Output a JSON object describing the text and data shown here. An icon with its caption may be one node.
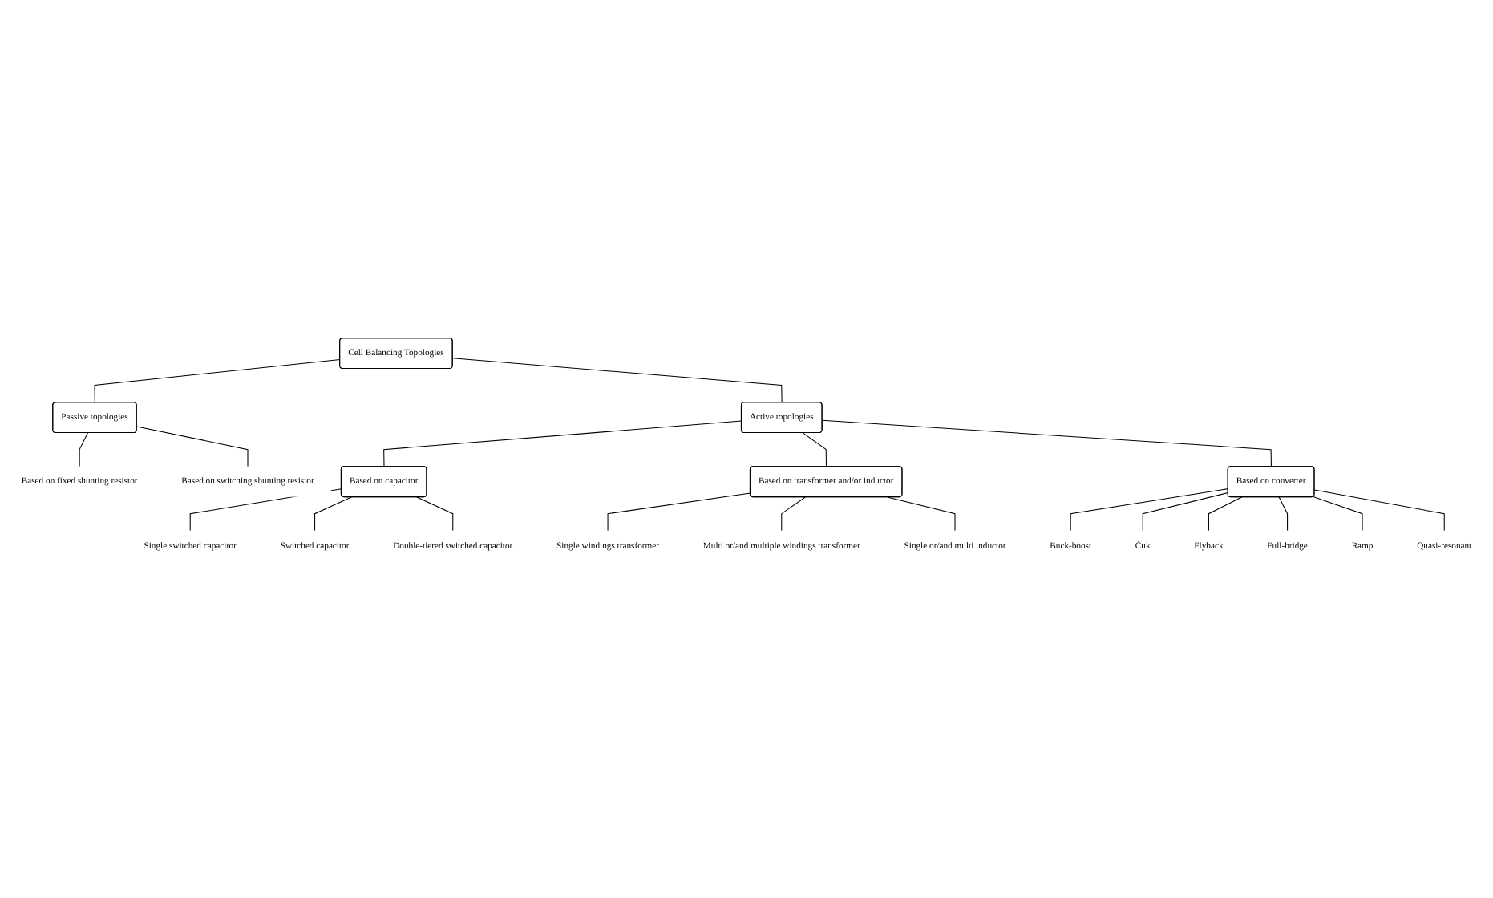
{
  "diagram": {
    "nodes": [
      {
        "text": [
          "Cell Balancing Topologies"
        ]
      },
      {
        "text": [
          "Passive topologies"
        ]
      },
      {
        "text": [
          "Active topologies"
        ]
      },
      {
        "text": [
          "Based on fixed shunting resistor"
        ]
      },
      {
        "text": [
          "Based on switching shunting resistor"
        ]
      },
      {
        "text": [
          "Based on capacitor"
        ]
      },
      {
        "text": [
          "Based on transformer and/or inductor"
        ]
      },
      {
        "text": [
          "Based on converter"
        ]
      },
      {
        "text": [
          "Single switched capacitor"
        ]
      },
      {
        "text": [
          "Switched capacitor"
        ]
      },
      {
        "text": [
          "Double-tiered switched capacitor"
        ]
      },
      {
        "text": [
          "Single windings transformer"
        ]
      },
      {
        "text": [
          "Multi or/and multiple windings transformer"
        ]
      },
      {
        "text": [
          "Single or/and multi inductor"
        ]
      },
      {
        "text": [
          "Buck-boost"
        ]
      },
      {
        "text": [
          "Ćuk"
        ]
      },
      {
        "text": [
          "Flyback"
        ]
      },
      {
        "text": [
          "Full-bridge"
        ]
      },
      {
        "text": [
          "Ramp"
        ]
      },
      {
        "text": [
          "Quasi-resonant"
        ]
      }
    ],
    "edges": [
      {
        "from": 0,
        "to": 1,
        "arrow": "none"
      },
      {
        "from": 0,
        "to": 2,
        "arrow": "none"
      },
      {
        "from": 1,
        "to": 3,
        "arrow": "none"
      },
      {
        "from": 1,
        "to": 4,
        "arrow": "none"
      },
      {
        "from": 2,
        "to": 5,
        "arrow": "none"
      },
      {
        "from": 2,
        "to": 6,
        "arrow": "none"
      },
      {
        "from": 2,
        "to": 7,
        "arrow": "none"
      },
      {
        "from": 5,
        "to": 8,
        "arrow": "none"
      },
      {
        "from": 5,
        "to": 9,
        "arrow": "none"
      },
      {
        "from": 5,
        "to": 10,
        "arrow": "none"
      },
      {
        "from": 6,
        "to": 11,
        "arrow": "none"
      },
      {
        "from": 6,
        "to": 12,
        "arrow": "none"
      },
      {
        "from": 6,
        "to": 13,
        "arrow": "none"
      },
      {
        "from": 7,
        "to": 14,
        "arrow": "none"
      },
      {
        "from": 7,
        "to": 15,
        "arrow": "none"
      },
      {
        "from": 7,
        "to": 16,
        "arrow": "none"
      },
      {
        "from": 7,
        "to": 17,
        "arrow": "none"
      },
      {
        "from": 7,
        "to": 18,
        "arrow": "none"
      },
      {
        "from": 7,
        "to": 19,
        "arrow": "none"
      }
    ]
  }
}
